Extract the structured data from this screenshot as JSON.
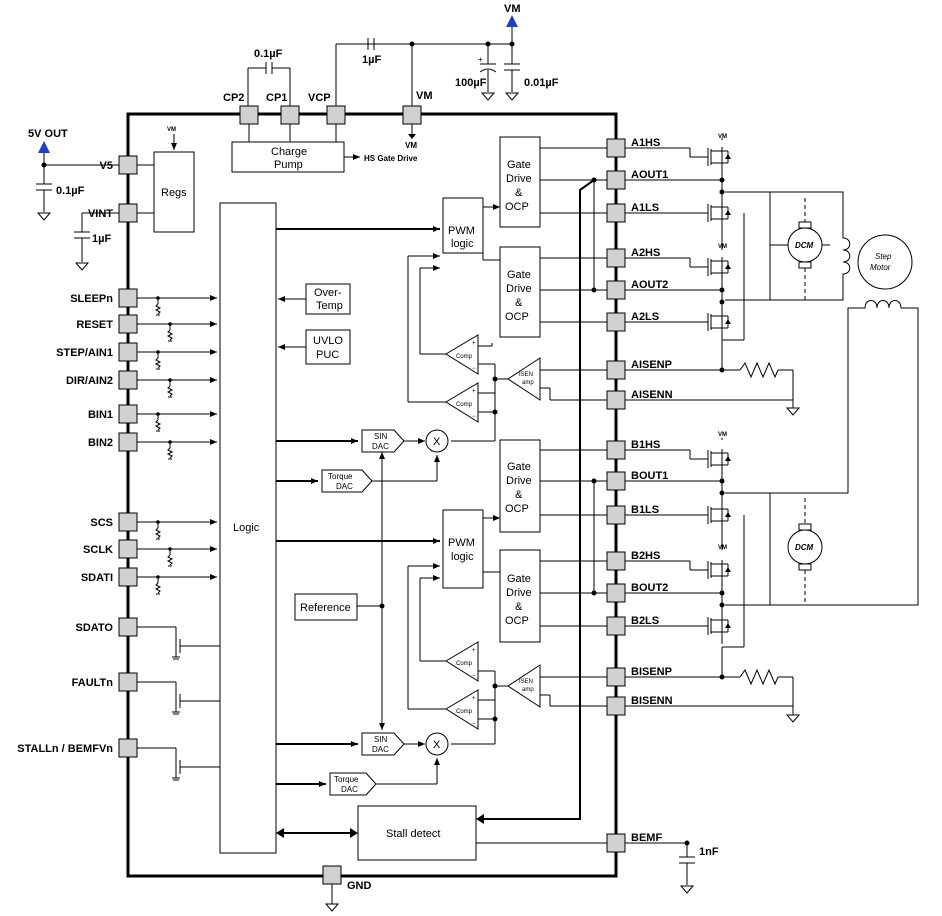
{
  "supply": {
    "vm": "VM",
    "v5out": "5V OUT",
    "gnd": "GND"
  },
  "caps": {
    "c_cp": "0.1µF",
    "c_vcp": "1µF",
    "c_vm_bulk": "100µF",
    "c_vm_bypass": "0.01µF",
    "c_v5": "0.1µF",
    "c_vint": "1µF",
    "c_bemf": "1nF"
  },
  "pins_left": [
    "V5",
    "VINT",
    "SLEEPn",
    "RESET",
    "STEP/AIN1",
    "DIR/AIN2",
    "BIN1",
    "BIN2",
    "SCS",
    "SCLK",
    "SDATI",
    "SDATO",
    "FAULTn",
    "STALLn / BEMFVn"
  ],
  "pins_top": [
    "CP2",
    "CP1",
    "VCP",
    "VM"
  ],
  "pins_right": [
    "A1HS",
    "AOUT1",
    "A1LS",
    "A2HS",
    "AOUT2",
    "A2LS",
    "AISENP",
    "AISENN",
    "B1HS",
    "BOUT1",
    "B1LS",
    "B2HS",
    "BOUT2",
    "B2LS",
    "BISENP",
    "BISENN",
    "BEMF"
  ],
  "blocks": {
    "regs": "Regs",
    "charge_pump": [
      "Charge",
      "Pump"
    ],
    "hs_gate_drive": "HS Gate Drive",
    "logic": "Logic",
    "over_temp": [
      "Over-",
      "Temp"
    ],
    "uvlo": [
      "UVLO",
      "PUC"
    ],
    "pwm": [
      "PWM",
      "logic"
    ],
    "gate_drive": [
      "Gate",
      "Drive",
      "&",
      "OCP"
    ],
    "comp": "Comp",
    "isen": [
      "ISEN",
      "amp"
    ],
    "sin_dac": [
      "SIN",
      "DAC"
    ],
    "torque_dac": [
      "Torque",
      "DAC"
    ],
    "reference": "Reference",
    "stall_detect": "Stall detect",
    "mult": "X"
  },
  "external": {
    "dcm": "DCM",
    "step_motor": [
      "Step",
      "Motor"
    ],
    "vm_label": "VM"
  }
}
